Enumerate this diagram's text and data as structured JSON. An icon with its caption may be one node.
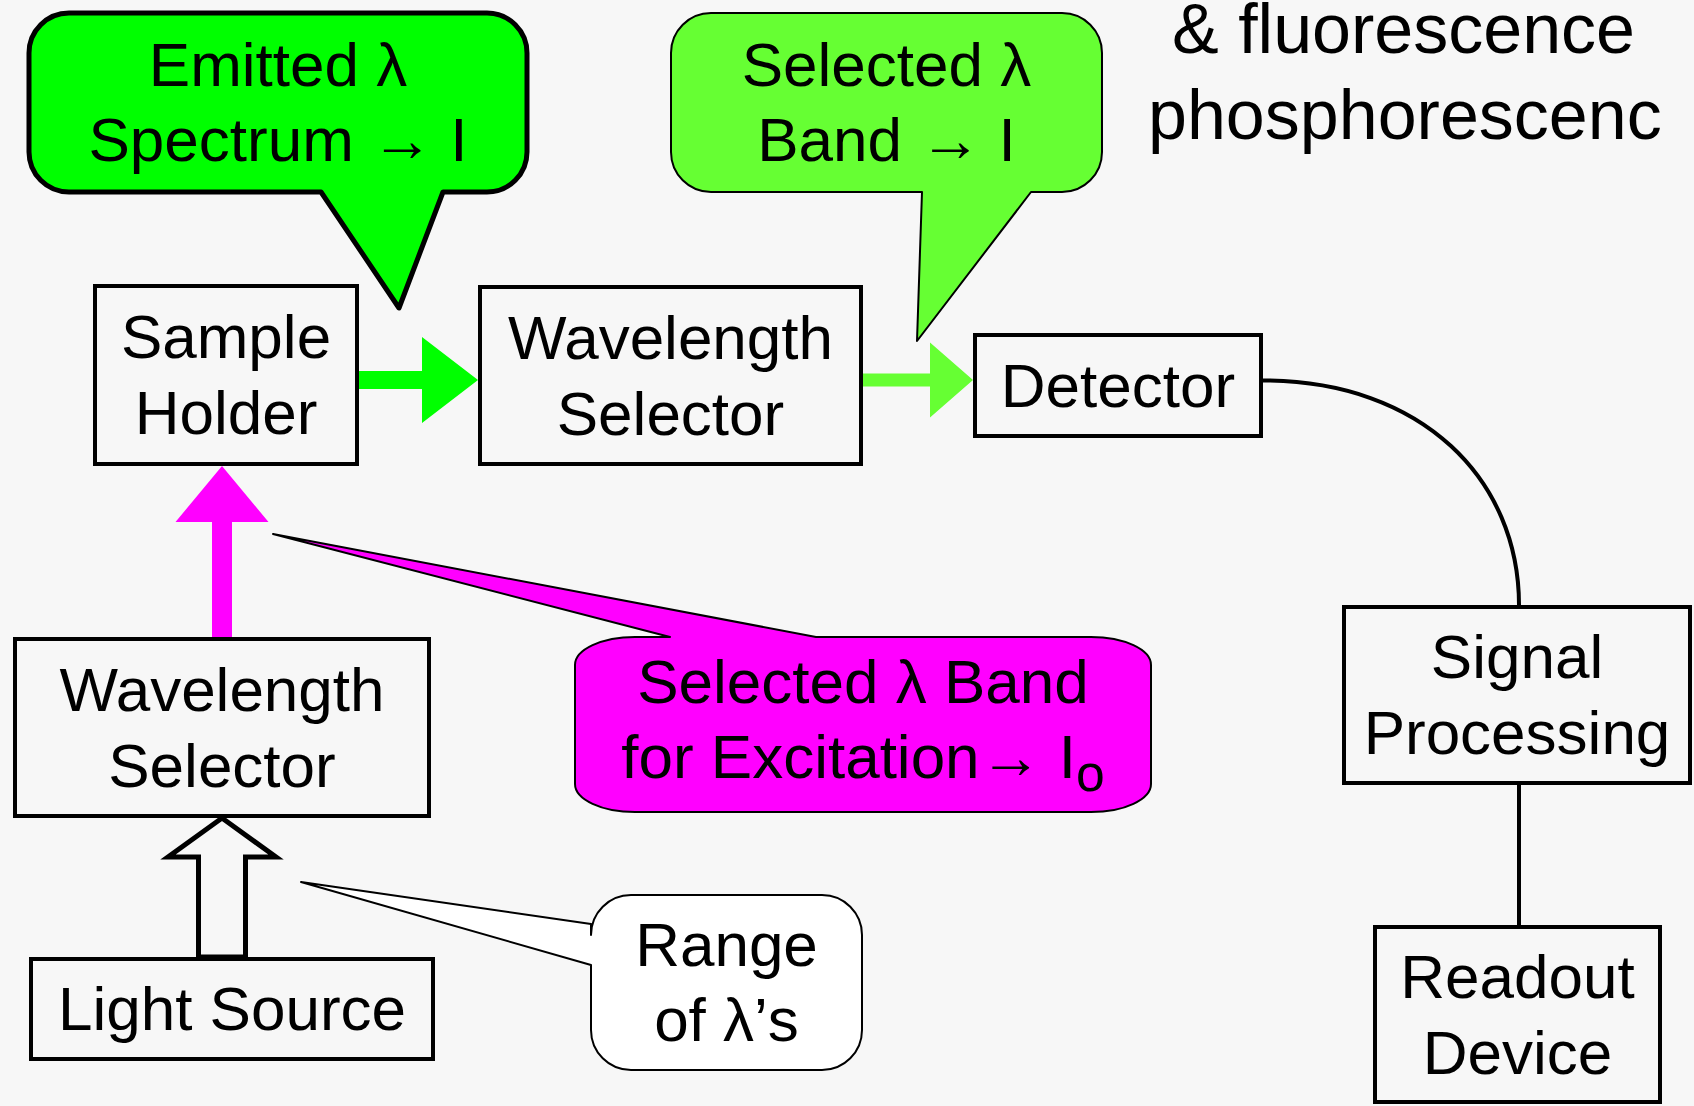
{
  "diagram": {
    "nodes": [
      {
        "text": [
          "Sample Holder"
        ]
      },
      {
        "text": [
          "Wavelength Selector"
        ]
      },
      {
        "text": [
          "Detector"
        ]
      },
      {
        "text": [
          "Wavelength Selector"
        ]
      },
      {
        "text": [
          "Light Source"
        ]
      },
      {
        "text": [
          "Signal Processing"
        ]
      },
      {
        "text": [
          "Readout Device"
        ]
      },
      {
        "text": [
          "Emitted λ Spectrum → I"
        ]
      },
      {
        "text": [
          "Selected λ Band → I"
        ]
      },
      {
        "text": [
          "Selected λ Band for Excitation→ I$_{o}$"
        ]
      },
      {
        "text": [
          "Range of λ’s"
        ]
      }
    ],
    "edges": [
      {
        "from": 0,
        "to": 1,
        "arrow": "to",
        "color": "#00ff00"
      },
      {
        "from": 1,
        "to": 2,
        "arrow": "to",
        "color": "#66ff33"
      },
      {
        "from": 2,
        "to": 5,
        "arrow": "none"
      },
      {
        "from": 4,
        "to": 3,
        "arrow": "to",
        "style": "thick"
      },
      {
        "from": 3,
        "to": 0,
        "arrow": "to",
        "color": "#ff00ff"
      },
      {
        "from": 5,
        "to": 6,
        "arrow": "none"
      }
    ],
    "labels": [
      "& fluorescence",
      "phosphorescenc"
    ]
  }
}
